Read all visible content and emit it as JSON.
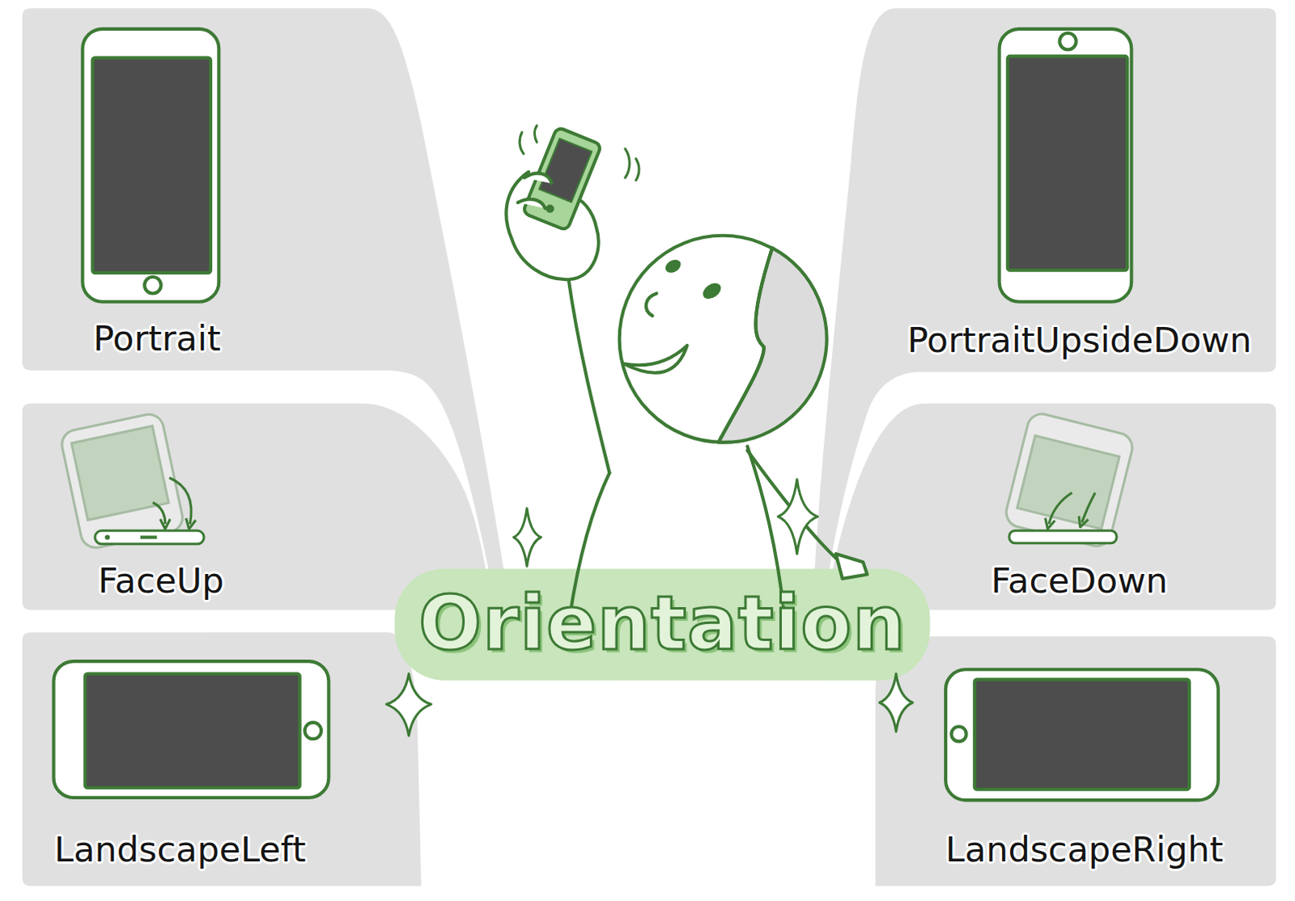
{
  "diagram": {
    "title": "Orientation",
    "nodes": [
      {
        "text": [
          "Portrait"
        ]
      },
      {
        "text": [
          "PortraitUpsideDown"
        ]
      },
      {
        "text": [
          "FaceUp"
        ]
      },
      {
        "text": [
          "FaceDown"
        ]
      },
      {
        "text": [
          "LandscapeLeft"
        ]
      },
      {
        "text": [
          "LandscapeRight"
        ]
      }
    ]
  }
}
